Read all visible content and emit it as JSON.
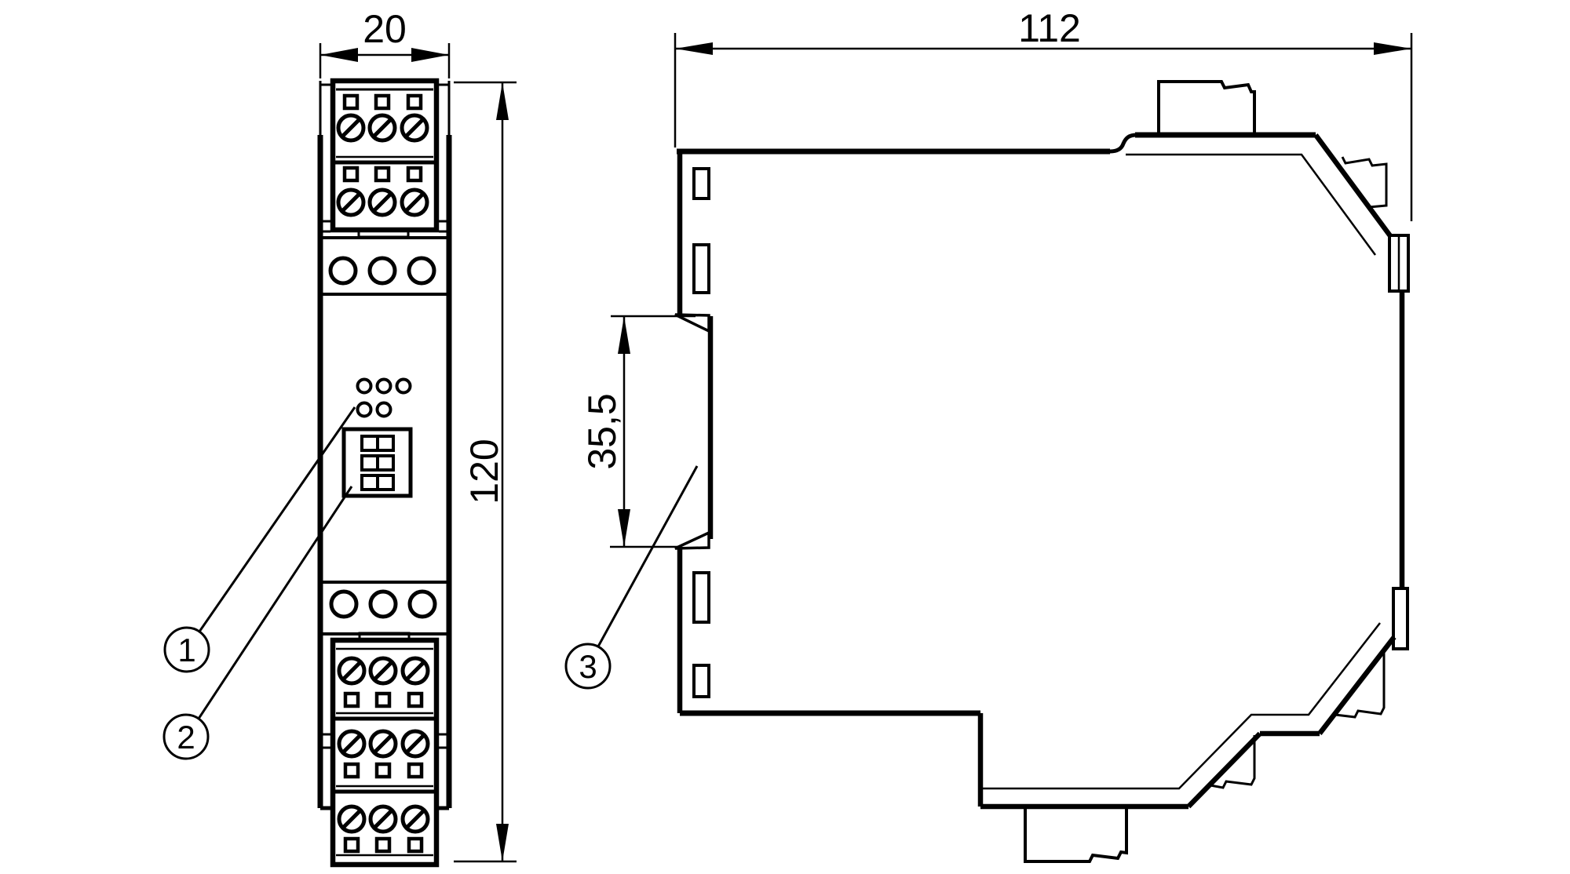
{
  "drawing": {
    "type": "technical-dimension-drawing",
    "background_color": "#ffffff",
    "line_color": "#000000",
    "views": {
      "front_view": "front-view-of-din-rail-module",
      "side_view": "side-view-of-din-rail-module"
    },
    "dimensions": {
      "front_width": "20",
      "front_height": "120",
      "side_depth": "112",
      "rail_cutout_height": "35,5"
    },
    "callouts": [
      {
        "id": "1",
        "target": "led-indicators"
      },
      {
        "id": "2",
        "target": "dip-switch"
      },
      {
        "id": "3",
        "target": "din-rail-cutout"
      }
    ]
  }
}
